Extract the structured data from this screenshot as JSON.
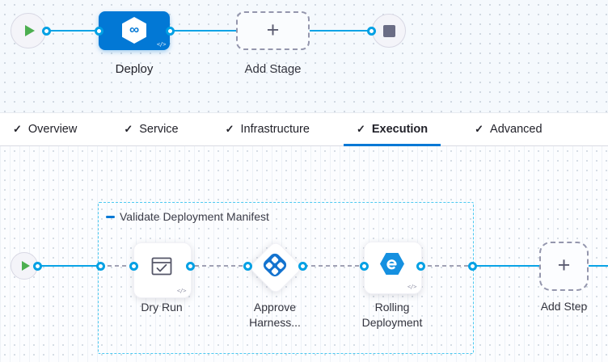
{
  "icons": {
    "check": "✓",
    "plus": "+",
    "code": "</>",
    "infinity": "∞"
  },
  "colors": {
    "primary_blue": "#0278D5",
    "line_blue": "#00A3E6",
    "group_border_cyan": "#4CC9F1",
    "play_green": "#4CAF50",
    "stop_gray": "#6B6D85"
  },
  "stage_pipeline": {
    "stage_label": "Deploy",
    "add_stage_label": "Add Stage"
  },
  "tabs": [
    {
      "label": "Overview",
      "checked": true,
      "active": false
    },
    {
      "label": "Service",
      "checked": true,
      "active": false
    },
    {
      "label": "Infrastructure",
      "checked": true,
      "active": false
    },
    {
      "label": "Execution",
      "checked": true,
      "active": true
    },
    {
      "label": "Advanced",
      "checked": true,
      "active": false
    }
  ],
  "execution": {
    "group_label": "Validate Deployment Manifest",
    "steps": [
      {
        "label": "Dry Run"
      },
      {
        "label": "Approve Harness..."
      },
      {
        "label": "Rolling Deployment"
      }
    ],
    "add_step_label": "Add Step"
  }
}
